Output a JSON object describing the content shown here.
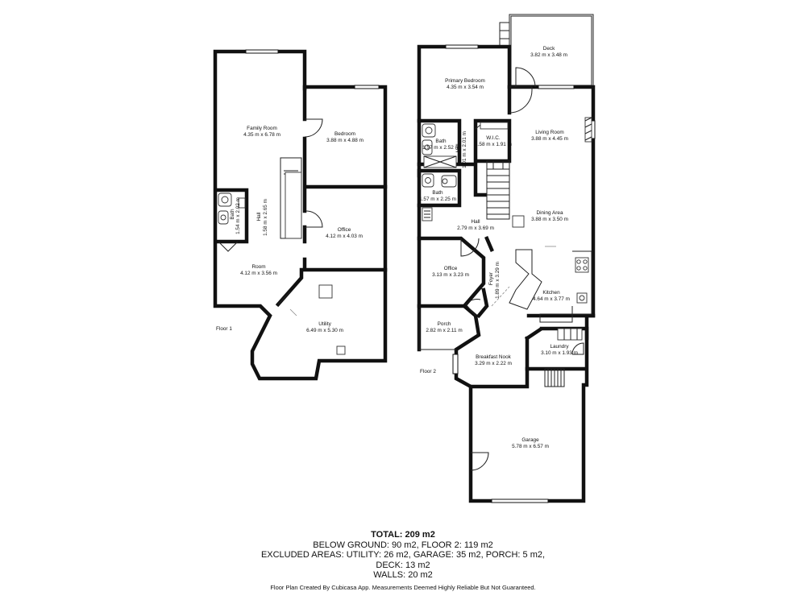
{
  "floors": [
    {
      "label": "Floor 1",
      "rooms": [
        {
          "name": "Family Room",
          "dims": "4.35 m x 6.78 m"
        },
        {
          "name": "Bedroom",
          "dims": "3.88 m x 4.88 m"
        },
        {
          "name": "Bath",
          "dims": "1.54 m x 2.02 m"
        },
        {
          "name": "Hall",
          "dims": "1.58 m x 2.65 m"
        },
        {
          "name": "Office",
          "dims": "4.12 m x 4.03 m"
        },
        {
          "name": "Room",
          "dims": "4.12 m x 3.56 m"
        },
        {
          "name": "Utility",
          "dims": "6.49 m x 5.30 m"
        }
      ]
    },
    {
      "label": "Floor 2",
      "rooms": [
        {
          "name": "Deck",
          "dims": "3.82 m x 3.48 m"
        },
        {
          "name": "Primary Bedroom",
          "dims": "4.35 m x 3.54 m"
        },
        {
          "name": "Bath",
          "dims": "1.57 m x 2.52 m"
        },
        {
          "name": "Hall",
          "dims": "1.01 m x 2.01 m"
        },
        {
          "name": "W.I.C.",
          "dims": "1.58 m x 1.91 m"
        },
        {
          "name": "Living Room",
          "dims": "3.88 m x 4.45 m"
        },
        {
          "name": "Bath",
          "dims": "1.57 m x 2.25 m"
        },
        {
          "name": "Hall",
          "dims": "2.79 m x 3.69 m"
        },
        {
          "name": "Dining Area",
          "dims": "3.88 m x 3.50 m"
        },
        {
          "name": "Office",
          "dims": "3.13 m x 3.23 m"
        },
        {
          "name": "Foyer",
          "dims": "1.89 m x 3.29 m"
        },
        {
          "name": "Kitchen",
          "dims": "4.64 m x 3.77 m"
        },
        {
          "name": "Porch",
          "dims": "2.82 m x 2.11 m"
        },
        {
          "name": "Laundry",
          "dims": "3.10 m x 1.93 m"
        },
        {
          "name": "Breakfast Nook",
          "dims": "3.29 m x 2.22 m"
        },
        {
          "name": "Garage",
          "dims": "5.78 m x 6.57 m"
        }
      ]
    }
  ],
  "summary": {
    "total": "TOTAL: 209 m2",
    "line1": "BELOW GROUND: 90 m2, FLOOR 2: 119 m2",
    "line2": "EXCLUDED AREAS: UTILITY: 26 m2, GARAGE: 35 m2, PORCH: 5 m2,",
    "line3": "DECK: 13 m2",
    "line4": "WALLS: 20 m2"
  },
  "credit": "Floor Plan Created By Cubicasa App. Measurements Deemed Highly Reliable But Not Guaranteed."
}
